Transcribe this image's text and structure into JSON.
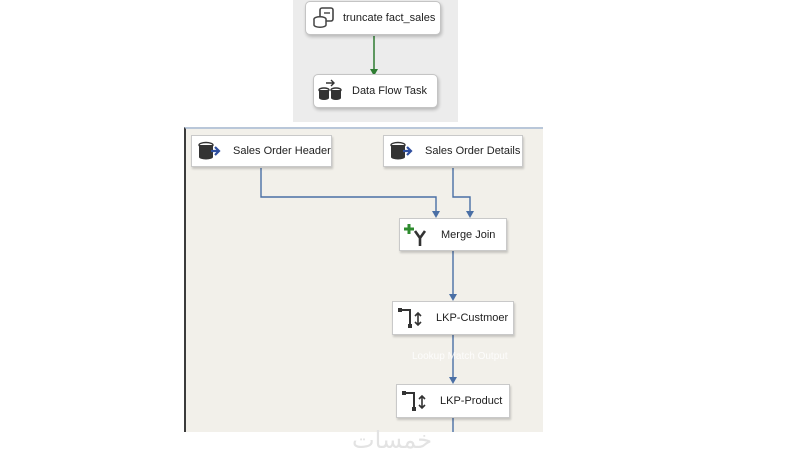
{
  "control_flow": {
    "tasks": [
      {
        "label": "truncate fact_sales",
        "icon": "sql-task-icon"
      },
      {
        "label": "Data Flow Task",
        "icon": "data-flow-task-icon"
      }
    ],
    "connector_color": "#2e7d32"
  },
  "data_flow": {
    "sources": [
      {
        "label": "Sales Order Header",
        "icon": "db-source-icon"
      },
      {
        "label": "Sales Order Details",
        "icon": "db-source-icon"
      }
    ],
    "merge": {
      "label": "Merge Join",
      "icon": "merge-join-icon"
    },
    "lookups": [
      {
        "label": "LKP-Custmoer",
        "icon": "lookup-icon"
      },
      {
        "label": "LKP-Product",
        "icon": "lookup-icon"
      }
    ],
    "path_label": "Lookup Match Output",
    "connector_color": "#4a6fa5"
  },
  "watermark": "خمسات"
}
